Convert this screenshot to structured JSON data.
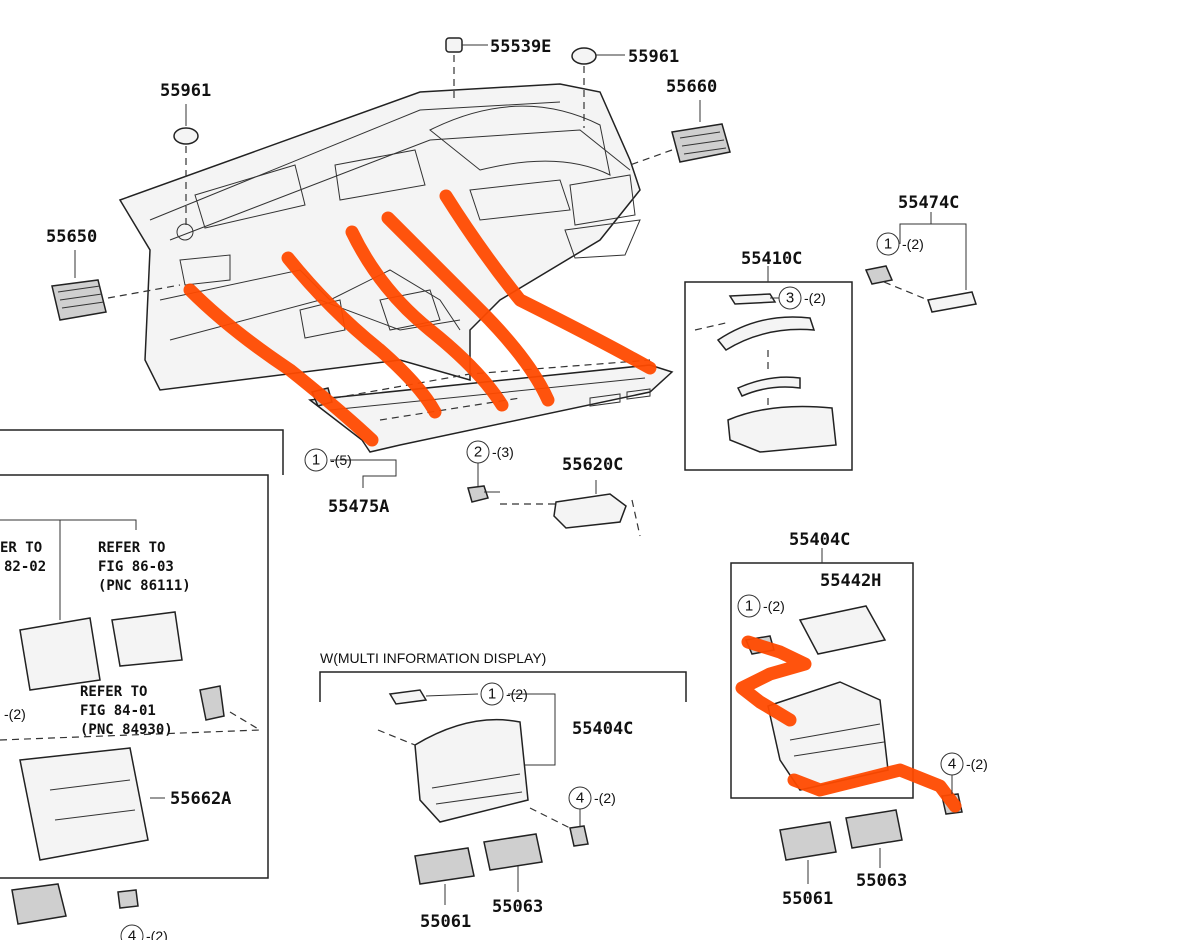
{
  "labels": {
    "p55539E": "55539E",
    "p55961_top": "55961",
    "p55961_left": "55961",
    "p55660": "55660",
    "p55650": "55650",
    "p55474C": "55474C",
    "p55410C": "55410C",
    "p55475A": "55475A",
    "p55620C": "55620C",
    "p55404C_right": "55404C",
    "p55442H": "55442H",
    "p55404C_mid": "55404C",
    "p55662A": "55662A",
    "p55061_mid": "55061",
    "p55063_mid": "55063",
    "p55061_right": "55061",
    "p55063_right": "55063"
  },
  "callouts": [
    {
      "num": "1",
      "qty": "-(5)"
    },
    {
      "num": "2",
      "qty": "-(3)"
    },
    {
      "num": "1",
      "qty": "-(2)"
    },
    {
      "num": "3",
      "qty": "-(2)"
    },
    {
      "num": "1",
      "qty": "-(2)"
    },
    {
      "num": "4",
      "qty": "-(2)"
    },
    {
      "num": "1",
      "qty": "-(2)"
    },
    {
      "num": "4",
      "qty": "-(2)"
    },
    {
      "num": "4",
      "qty": "-(2)"
    }
  ],
  "refer": {
    "r1_line1": "ER TO",
    "r1_line2": "82-02",
    "r2_line1": "REFER TO",
    "r2_line2": "FIG 86-03",
    "r2_line3": "(PNC 86111)",
    "r3_line1": "REFER TO",
    "r3_line2": "FIG 84-01",
    "r3_line3": "(PNC 84930)",
    "left_qty": "-(2)"
  },
  "variant_caption": "W(MULTI INFORMATION DISPLAY)",
  "colors": {
    "highlight": "#ff4a00",
    "ink": "#222222"
  }
}
